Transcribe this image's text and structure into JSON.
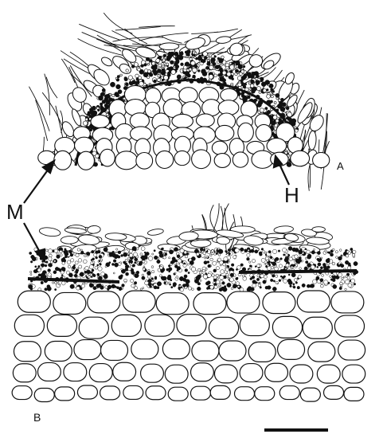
{
  "labels": {
    "mycelium": "M",
    "hyphae": "H",
    "panel_a": "A",
    "panel_b": "B"
  },
  "colors": {
    "ink": "#111111",
    "paper": "#ffffff"
  }
}
